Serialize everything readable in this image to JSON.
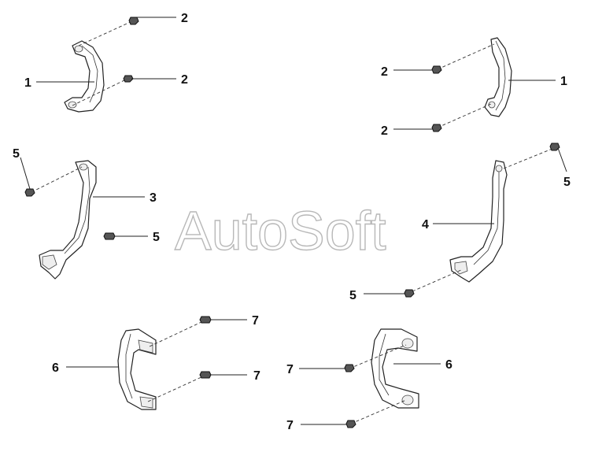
{
  "watermark": "AutoSoft",
  "callouts": {
    "c1a": "1",
    "c1b": "1",
    "c2a": "2",
    "c2b": "2",
    "c2c": "2",
    "c2d": "2",
    "c3": "3",
    "c4": "4",
    "c5a": "5",
    "c5b": "5",
    "c5c": "5",
    "c5d": "5",
    "c6a": "6",
    "c6b": "6",
    "c7a": "7",
    "c7b": "7",
    "c7c": "7",
    "c7d": "7"
  }
}
